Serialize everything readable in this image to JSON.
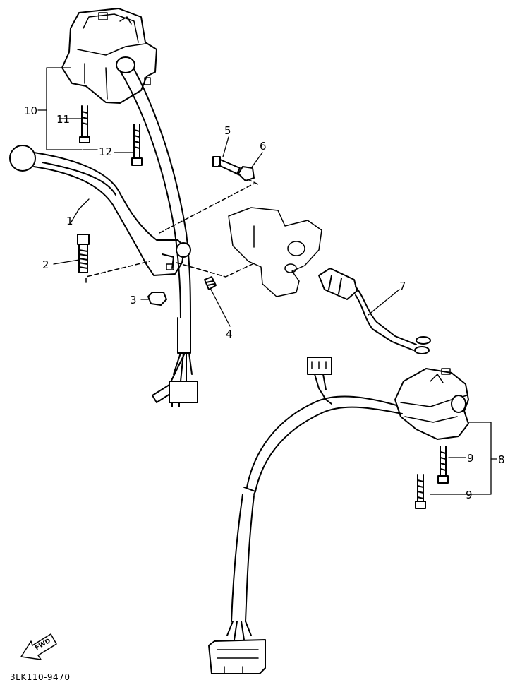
{
  "callouts": {
    "c1": "1",
    "c2": "2",
    "c3": "3",
    "c4": "4",
    "c5": "5",
    "c6": "6",
    "c7": "7",
    "c8": "8",
    "c9a": "9",
    "c9b": "9",
    "c10": "10",
    "c11": "11",
    "c12": "12"
  },
  "direction_label": "FWD",
  "diagram_code": "3LK110-9470"
}
